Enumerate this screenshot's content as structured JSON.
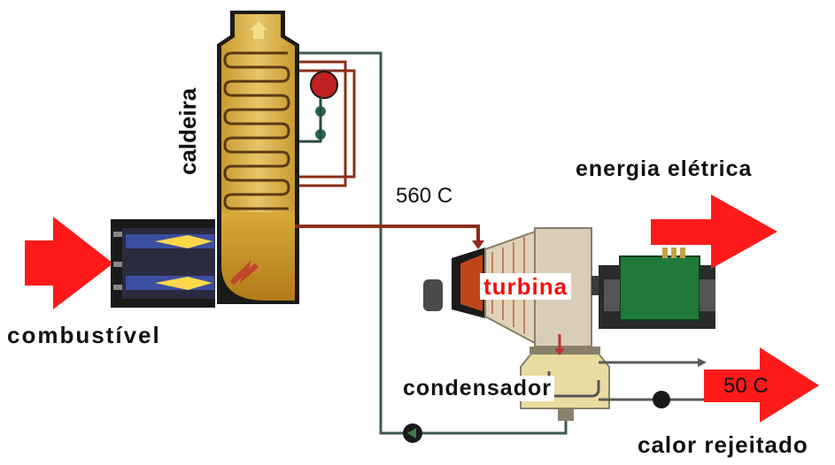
{
  "labels": {
    "caldeira": "caldeira",
    "combustivel": "combustível",
    "energia": "energia elétrica",
    "temp_steam": "560 C",
    "turbina": "turbina",
    "condensador": "condensador",
    "temp_reject": "50 C",
    "calor": "calor rejeitado"
  },
  "colors": {
    "arrow": "#ff1a1a",
    "boiler": "#d9b04a",
    "steam_pipe": "#8b2e1a",
    "water_pipe": "#3f5a4a",
    "generator": "#1f7a3a",
    "turbine_casing": "#d8cdb8",
    "turbine_rotor": "#c0451c"
  },
  "icons": [
    "fuel-arrow-icon",
    "electric-output-arrow-icon",
    "heat-rejection-arrow-icon",
    "pump-icon",
    "valve-icon",
    "flame-icon"
  ]
}
